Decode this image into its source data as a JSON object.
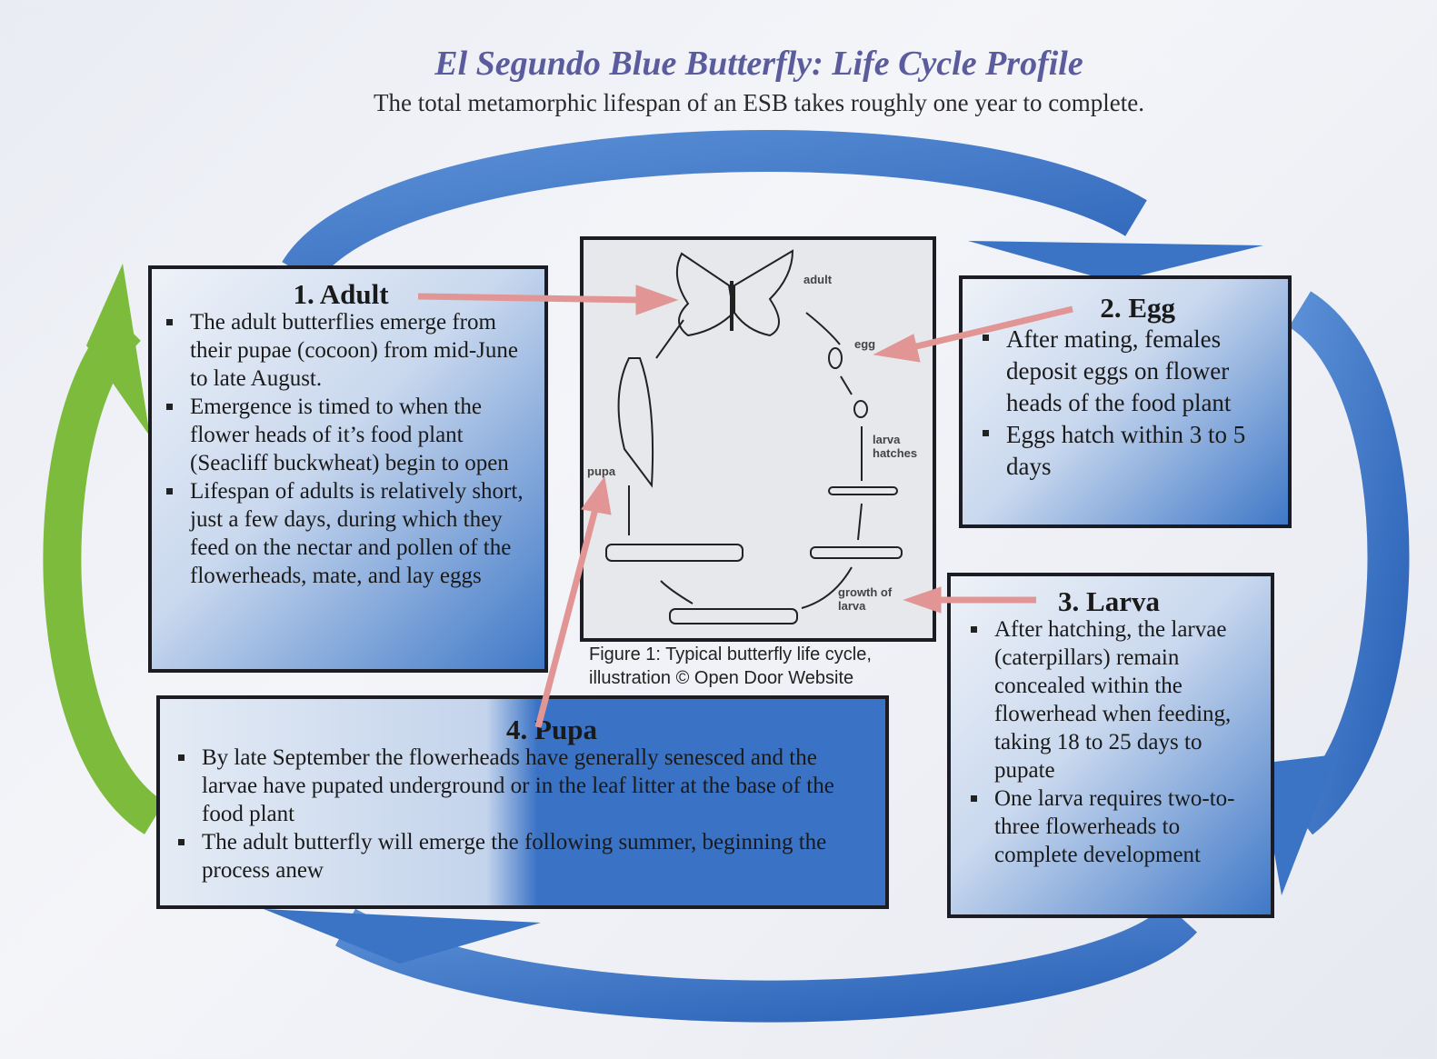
{
  "title": "El Segundo Blue Butterfly: Life Cycle Profile",
  "subtitle": "The total metamorphic lifespan of an ESB takes roughly one year to complete.",
  "colors": {
    "title": "#5b5c9e",
    "cycle_arrow": "#3b74c4",
    "green_arrow": "#7dbb3c",
    "pointer_arrow": "#e29595"
  },
  "stages": {
    "adult": {
      "heading": "1. Adult",
      "bullets": [
        "The adult butterflies emerge from their pupae (cocoon) from mid-June to late August.",
        "Emergence is timed to when the flower heads of it’s food plant (Seacliff buckwheat) begin to open",
        "Lifespan of adults is relatively short, just a few days, during which they feed on the nectar and pollen of the flowerheads, mate, and lay eggs"
      ]
    },
    "egg": {
      "heading": "2. Egg",
      "bullets": [
        "After mating, females deposit eggs on flower heads of the food plant",
        "Eggs hatch within 3 to 5 days"
      ]
    },
    "larva": {
      "heading": "3. Larva",
      "bullets": [
        "After hatching, the larvae (caterpillars) remain concealed within the flowerhead when feeding, taking 18 to 25 days to pupate",
        "One larva requires two-to-three flowerheads to complete development"
      ]
    },
    "pupa": {
      "heading": "4. Pupa",
      "bullets": [
        "By late September the flowerheads have generally senesced and the larvae have pupated underground or in the leaf litter at the base of the food plant",
        "The adult butterfly will emerge the following summer, beginning the process anew"
      ]
    }
  },
  "figure": {
    "labels": {
      "adult": "adult",
      "egg": "egg",
      "larva_hatches": "larva hatches",
      "pupa": "pupa",
      "growth": "growth of larva"
    },
    "caption_line1": "Figure 1: Typical butterfly life cycle,",
    "caption_line2": "illustration © Open Door Website"
  }
}
